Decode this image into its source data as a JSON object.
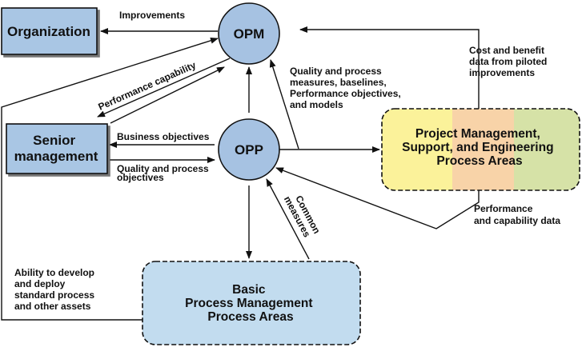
{
  "nodes": {
    "organization": "Organization",
    "senior_management": [
      "Senior",
      "management"
    ],
    "opm": "OPM",
    "opp": "OPP",
    "project_areas": [
      "Project Management,",
      "Support, and Engineering",
      "Process Areas"
    ],
    "basic_areas": [
      "Basic",
      "Process Management",
      "Process Areas"
    ]
  },
  "edge_labels": {
    "improvements": "Improvements",
    "performance_capability": "Performance capability",
    "business_objectives": "Business objectives",
    "quality_process_objectives": [
      "Quality and process",
      "objectives"
    ],
    "quality_measures": [
      "Quality and process",
      "measures, baselines,",
      "Performance objectives,",
      "and models"
    ],
    "cost_benefit": [
      "Cost and benefit",
      "data from piloted",
      "improvements"
    ],
    "performance_capability_data": [
      "Performance",
      "and capability data"
    ],
    "common_measures": [
      "Common",
      "measures"
    ],
    "ability_develop": [
      "Ability to develop",
      "and deploy",
      "standard process",
      "and other assets"
    ]
  },
  "colors": {
    "box_fill": "#a9c6e4",
    "circle_fill": "#a6c2e2",
    "basic_fill": "#c2dcef",
    "band_yellow": "#fbf29a",
    "band_orange": "#f8d3a8",
    "band_green": "#d6e2a7",
    "stroke": "#111111"
  }
}
